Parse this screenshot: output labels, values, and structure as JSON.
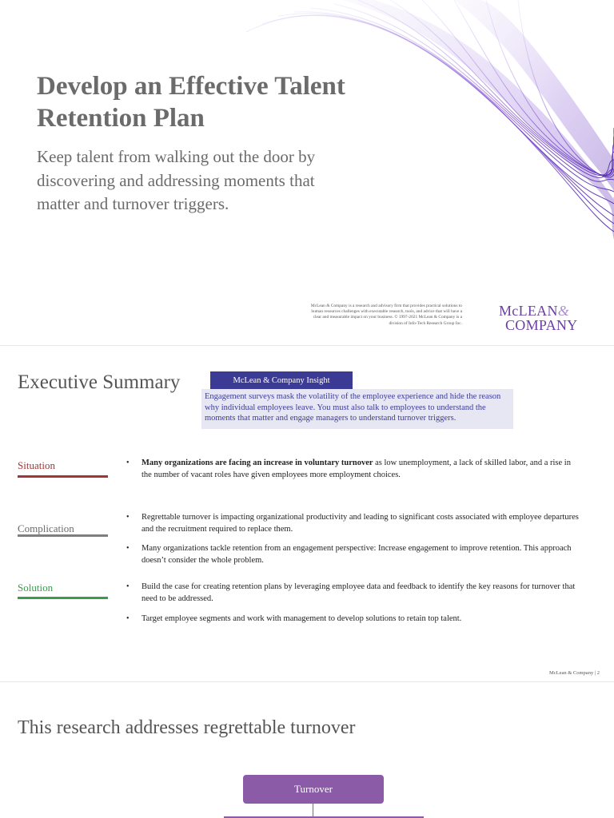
{
  "cover": {
    "title": "Develop an Effective Talent Retention Plan",
    "subtitle": "Keep talent from walking out the door by discovering and addressing moments that matter and turnover triggers.",
    "disclaimer": "McLean & Company is a research and advisory firm that provides practical solutions to human resources challenges with executable research, tools, and advice that will have a clear and measurable impact on your business. © 1997-2021 McLean & Company is a division of Info-Tech Research Group Inc.",
    "logo_line1": "McLEAN",
    "logo_amp": "&",
    "logo_line2": "COMPANY"
  },
  "summary": {
    "title": "Executive Summary",
    "insight_heading": "McLean & Company Insight",
    "insight_text": "Engagement surveys mask the volatility of the employee experience and hide the reason why individual employees leave. You must also talk to employees to understand the moments that matter and engage managers to understand turnover triggers.",
    "labels": {
      "situation": "Situation",
      "complication": "Complication",
      "solution": "Solution"
    },
    "bullets": {
      "situation_1_bold": "Many organizations are facing an increase in voluntary turnover",
      "situation_1_rest": " as low unemployment, a lack of skilled labor, and a rise in the number of vacant roles have given employees more employment choices.",
      "complication_1": "Regrettable turnover is impacting organizational productivity and leading to significant costs associated with employee departures and the recruitment required to replace them.",
      "complication_2": "Many organizations tackle retention from an engagement perspective: Increase engagement to improve retention. This approach doesn’t consider the whole problem.",
      "solution_1": "Build the case for creating retention plans by leveraging employee data and feedback to identify the key reasons for turnover that need to be addressed.",
      "solution_2": "Target employee segments and work with management to develop solutions to retain top talent."
    },
    "bullet_symbol": "•",
    "footer": "McLean & Company   |   2"
  },
  "research": {
    "title": "This research addresses regrettable turnover",
    "turnover_box": "Turnover"
  },
  "colors": {
    "accent_purple": "#6a3fa0",
    "insight_navy": "#3b3b96",
    "situation_red": "#a03538",
    "complication_gray": "#7f7f7f",
    "solution_green": "#3a9c4c",
    "turnover_purple": "#8b5ba7"
  }
}
